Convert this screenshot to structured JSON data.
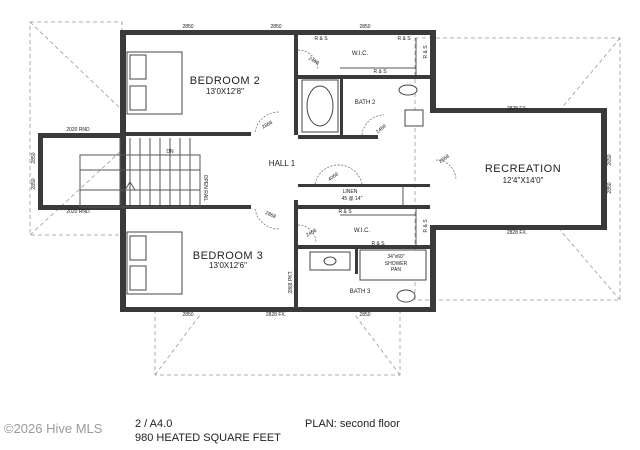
{
  "rooms": {
    "bedroom2": {
      "name": "BEDROOM 2",
      "size": "13'0X12'8\""
    },
    "bedroom3": {
      "name": "BEDROOM 3",
      "size": "13'0X12'6\""
    },
    "recreation": {
      "name": "RECREATION",
      "size": "12'4\"X14'0\""
    },
    "hall": {
      "name": "HALL 1"
    },
    "bath2": {
      "name": "BATH 2"
    },
    "bath3": {
      "name": "BATH 3"
    },
    "wic_top": {
      "name": "W.I.C."
    },
    "wic_bottom": {
      "name": "W.I.C."
    },
    "linen": {
      "name": "LINEN",
      "detail": "45 @ 14\""
    }
  },
  "labels": {
    "dim_2850": "2850",
    "dim_2828fx": "2828 FX.",
    "dim_2020rnd": "2020 RND",
    "dim_2850v": "2850",
    "dim_2650v": "2650",
    "door_2468": "2468",
    "door_2868": "2868",
    "door_4068": "4068",
    "door_2668": "2668",
    "door_2868pkt": "2868 PKT.",
    "rs": "R & S",
    "dn": "DN",
    "open_rail": "OPEN RAIL",
    "shower_size": "34\"x60\"",
    "shower": "SHOWER",
    "pan": "PAN"
  },
  "footer": {
    "sheet": "2 / A4.0",
    "plan": "PLAN: second floor",
    "sqft": "980 HEATED SQUARE FEET",
    "watermark": "©2026 Hive MLS"
  }
}
